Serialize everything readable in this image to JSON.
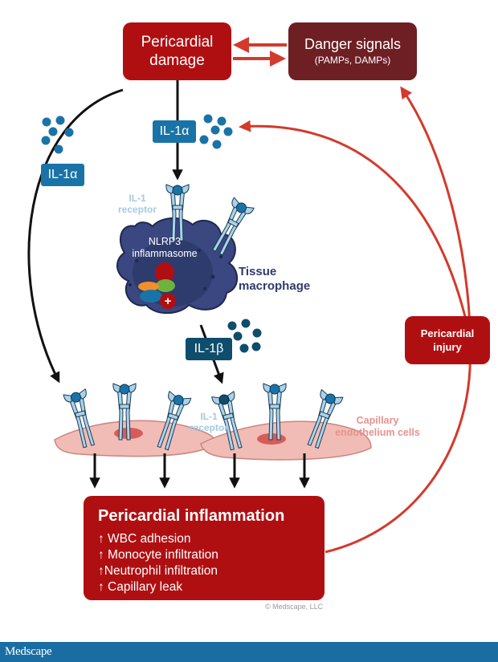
{
  "boxes": {
    "pericardial_damage": {
      "line1": "Pericardial",
      "line2": "damage"
    },
    "danger_signals": {
      "title": "Danger signals",
      "subtitle": "(PAMPs, DAMPs)"
    },
    "pericardial_injury": {
      "line1": "Pericardial",
      "line2": "injury"
    }
  },
  "tags": {
    "il1a_top": "IL-1α",
    "il1a_left": "IL-1α",
    "il1b": "IL-1β"
  },
  "labels": {
    "il1_receptor_top": {
      "line1": "IL-1",
      "line2": "receptor"
    },
    "il1_receptor_bottom": {
      "line1": "IL-1",
      "line2": "receptor"
    },
    "nlrp3": {
      "line1": "NLRP3",
      "line2": "inflammasome"
    },
    "macrophage": {
      "line1": "Tissue",
      "line2": "macrophage"
    },
    "capillary": {
      "line1": "Capillary",
      "line2": "endothelium cells"
    }
  },
  "inflammation": {
    "title": "Pericardial inflammation",
    "items": [
      "↑ WBC adhesion",
      "↑ Monocyte infiltration",
      "↑Neutrophil infiltration",
      "↑ Capillary leak"
    ]
  },
  "copyright": "© Medscape, LLC",
  "footer": {
    "logo": "Medscape"
  },
  "colors": {
    "red": "#b00f12",
    "dark_red": "#6e1f24",
    "arrow_red": "#d33a2c",
    "il1_blue": "#1a73a7",
    "il1_dark": "#0e4d6b",
    "macrophage": "#3a4780",
    "endothelium": "#f2bcb6",
    "footer": "#1a6da3"
  },
  "icons": [
    "plus-icon"
  ]
}
